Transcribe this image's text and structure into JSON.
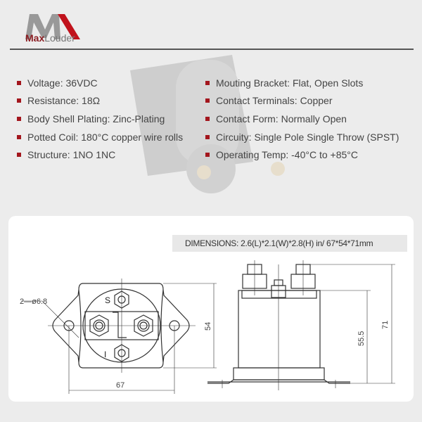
{
  "brand": {
    "name_bold": "Max",
    "name_rest": "Louder"
  },
  "specs_left": [
    "Voltage: 36VDC",
    "Resistance: 18Ω",
    "Body Shell Plating: Zinc-Plating",
    "Potted Coil: 180°C copper wire rolls",
    "Structure: 1NO 1NC"
  ],
  "specs_right": [
    "Mouting Bracket: Flat, Open Slots",
    "Contact Terminals: Copper",
    "Contact Form: Normally Open",
    "Circuity: Single Pole Single Throw (SPST)",
    "Operating Temp: -40°C to +85°C"
  ],
  "dimensions_banner": "DIMENSIONS: 2.6(L)*2.1(W)*2.8(H) in/  67*54*71mm",
  "drawing": {
    "hole_label": "2—ø6.8",
    "terminal_s": "S",
    "terminal_i": "I",
    "width_label": "67",
    "height_label": "54",
    "side_body_label": "55.5",
    "side_total_label": "71"
  },
  "colors": {
    "accent": "#a3161d"
  }
}
